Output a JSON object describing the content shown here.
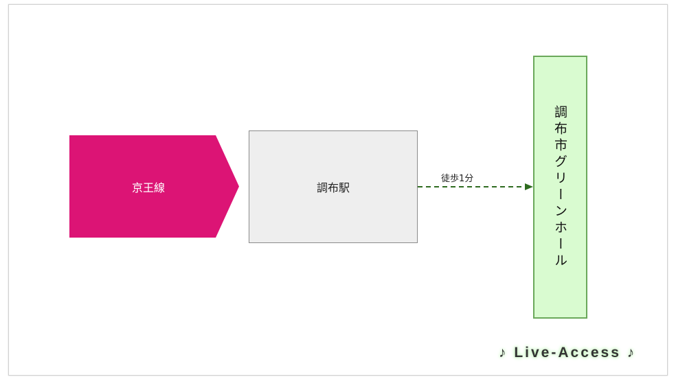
{
  "diagram": {
    "line_name": "京王線",
    "station_name": "調布駅",
    "destination": "調布市グリーンホール",
    "walk_label": "徒歩1分",
    "watermark": "♪ Live-Access ♪"
  },
  "colors": {
    "line": "#dc1475",
    "station_fill": "#eeeeee",
    "hall_fill": "#d9fbd0",
    "hall_border": "#6aa85a",
    "arrow": "#2e6b1f"
  }
}
